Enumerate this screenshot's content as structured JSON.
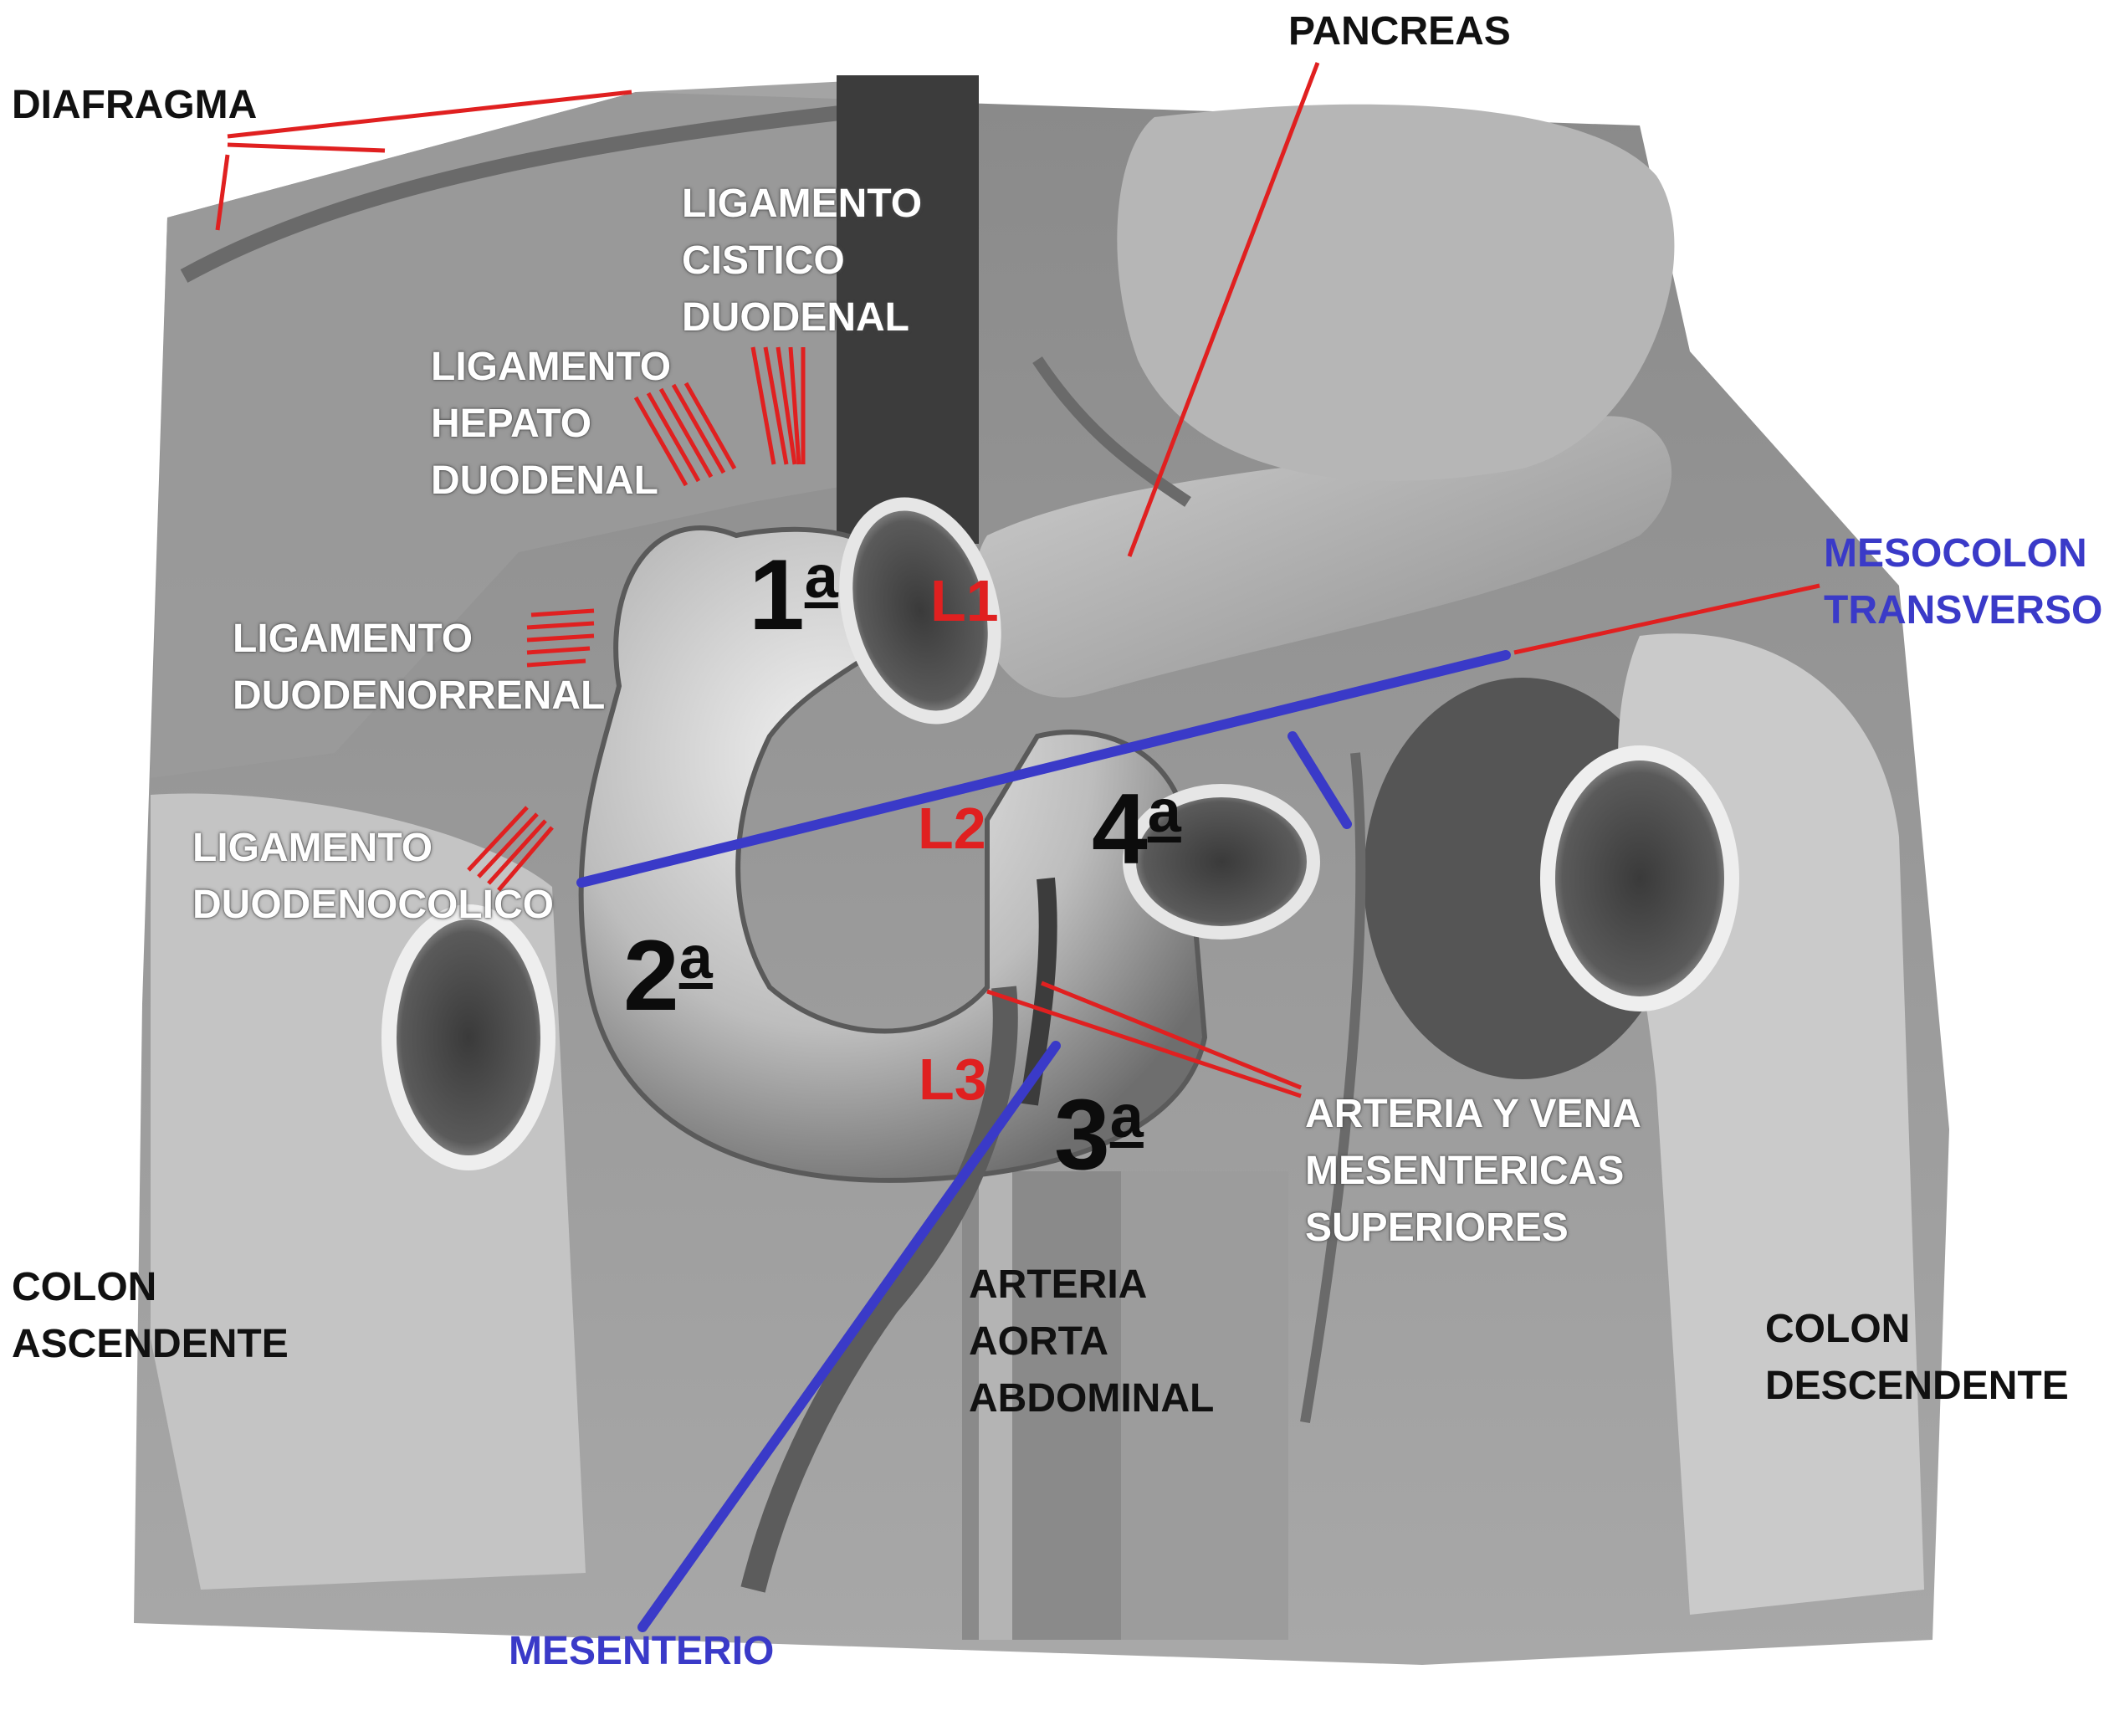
{
  "colors": {
    "annotation_red": "#e02020",
    "annotation_blue": "#3a3ac8",
    "label_dark": "#111111",
    "label_light": "#ffffff"
  },
  "labels": {
    "diafragma": "DIAFRAGMA",
    "pancreas": "PANCREAS",
    "lig_cistico": [
      "LIGAMENTO",
      "CISTICO",
      "DUODENAL"
    ],
    "lig_hepato": [
      "LIGAMENTO",
      "HEPATO",
      "DUODENAL"
    ],
    "lig_duodenorrenal": [
      "LIGAMENTO",
      "DUODENORRENAL"
    ],
    "lig_duodenocolico": [
      "LIGAMENTO",
      "DUODENOCOLICO"
    ],
    "mesocolon": [
      "MESOCOLON",
      "TRANSVERSO"
    ],
    "colon_ascendente": [
      "COLON",
      "ASCENDENTE"
    ],
    "colon_descendente": [
      "COLON",
      "DESCENDENTE"
    ],
    "arteria_vena": [
      "ARTERIA Y VENA",
      "MESENTERICAS",
      "SUPERIORES"
    ],
    "aorta": [
      "ARTERIA",
      "AORTA",
      "ABDOMINAL"
    ],
    "mesenterio": "MESENTERIO"
  },
  "vertebrae": [
    "L1",
    "L2",
    "L3"
  ],
  "segments": [
    {
      "num": "1",
      "sup": "a"
    },
    {
      "num": "2",
      "sup": "a"
    },
    {
      "num": "3",
      "sup": "a"
    },
    {
      "num": "4",
      "sup": "a"
    }
  ]
}
